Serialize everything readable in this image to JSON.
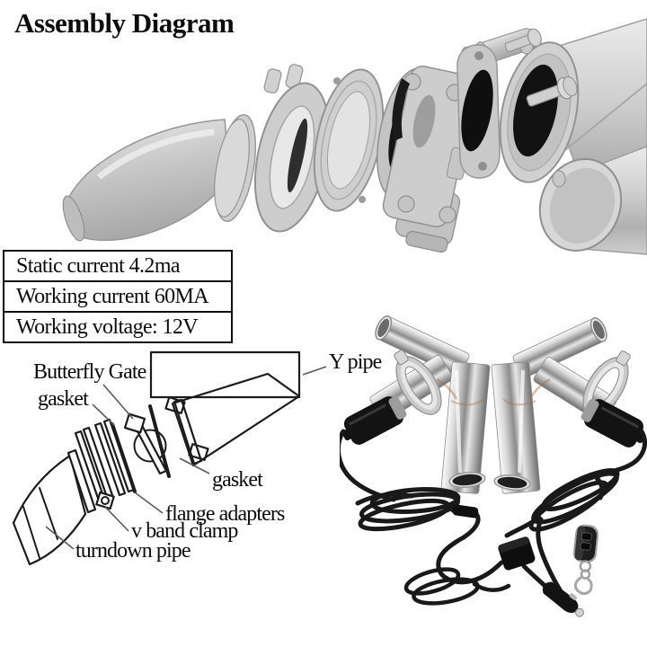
{
  "title": "Assembly Diagram",
  "specs": {
    "rows": [
      "Static current 4.2ma",
      "Working current 60MA",
      "Working voltage: 12V"
    ]
  },
  "line_diagram": {
    "labels": {
      "butterfly_gate": "Butterfly Gate",
      "gasket_top": "gasket",
      "y_pipe": "Y pipe",
      "gasket_right": "gasket",
      "flange_adapters": "flange adapters",
      "v_band_clamp": "v band clamp",
      "turndown_pipe": "turndown pipe"
    }
  },
  "colors": {
    "page_background": "#ffffff",
    "text": "#0d0d0d",
    "diagram_line": "#1c1c1c",
    "leader_line": "#5a5a5a",
    "steel_light": "#ececec",
    "steel_dark": "#7a7a7a",
    "cable_black": "#161616",
    "weld_tint": "#a5713f"
  }
}
